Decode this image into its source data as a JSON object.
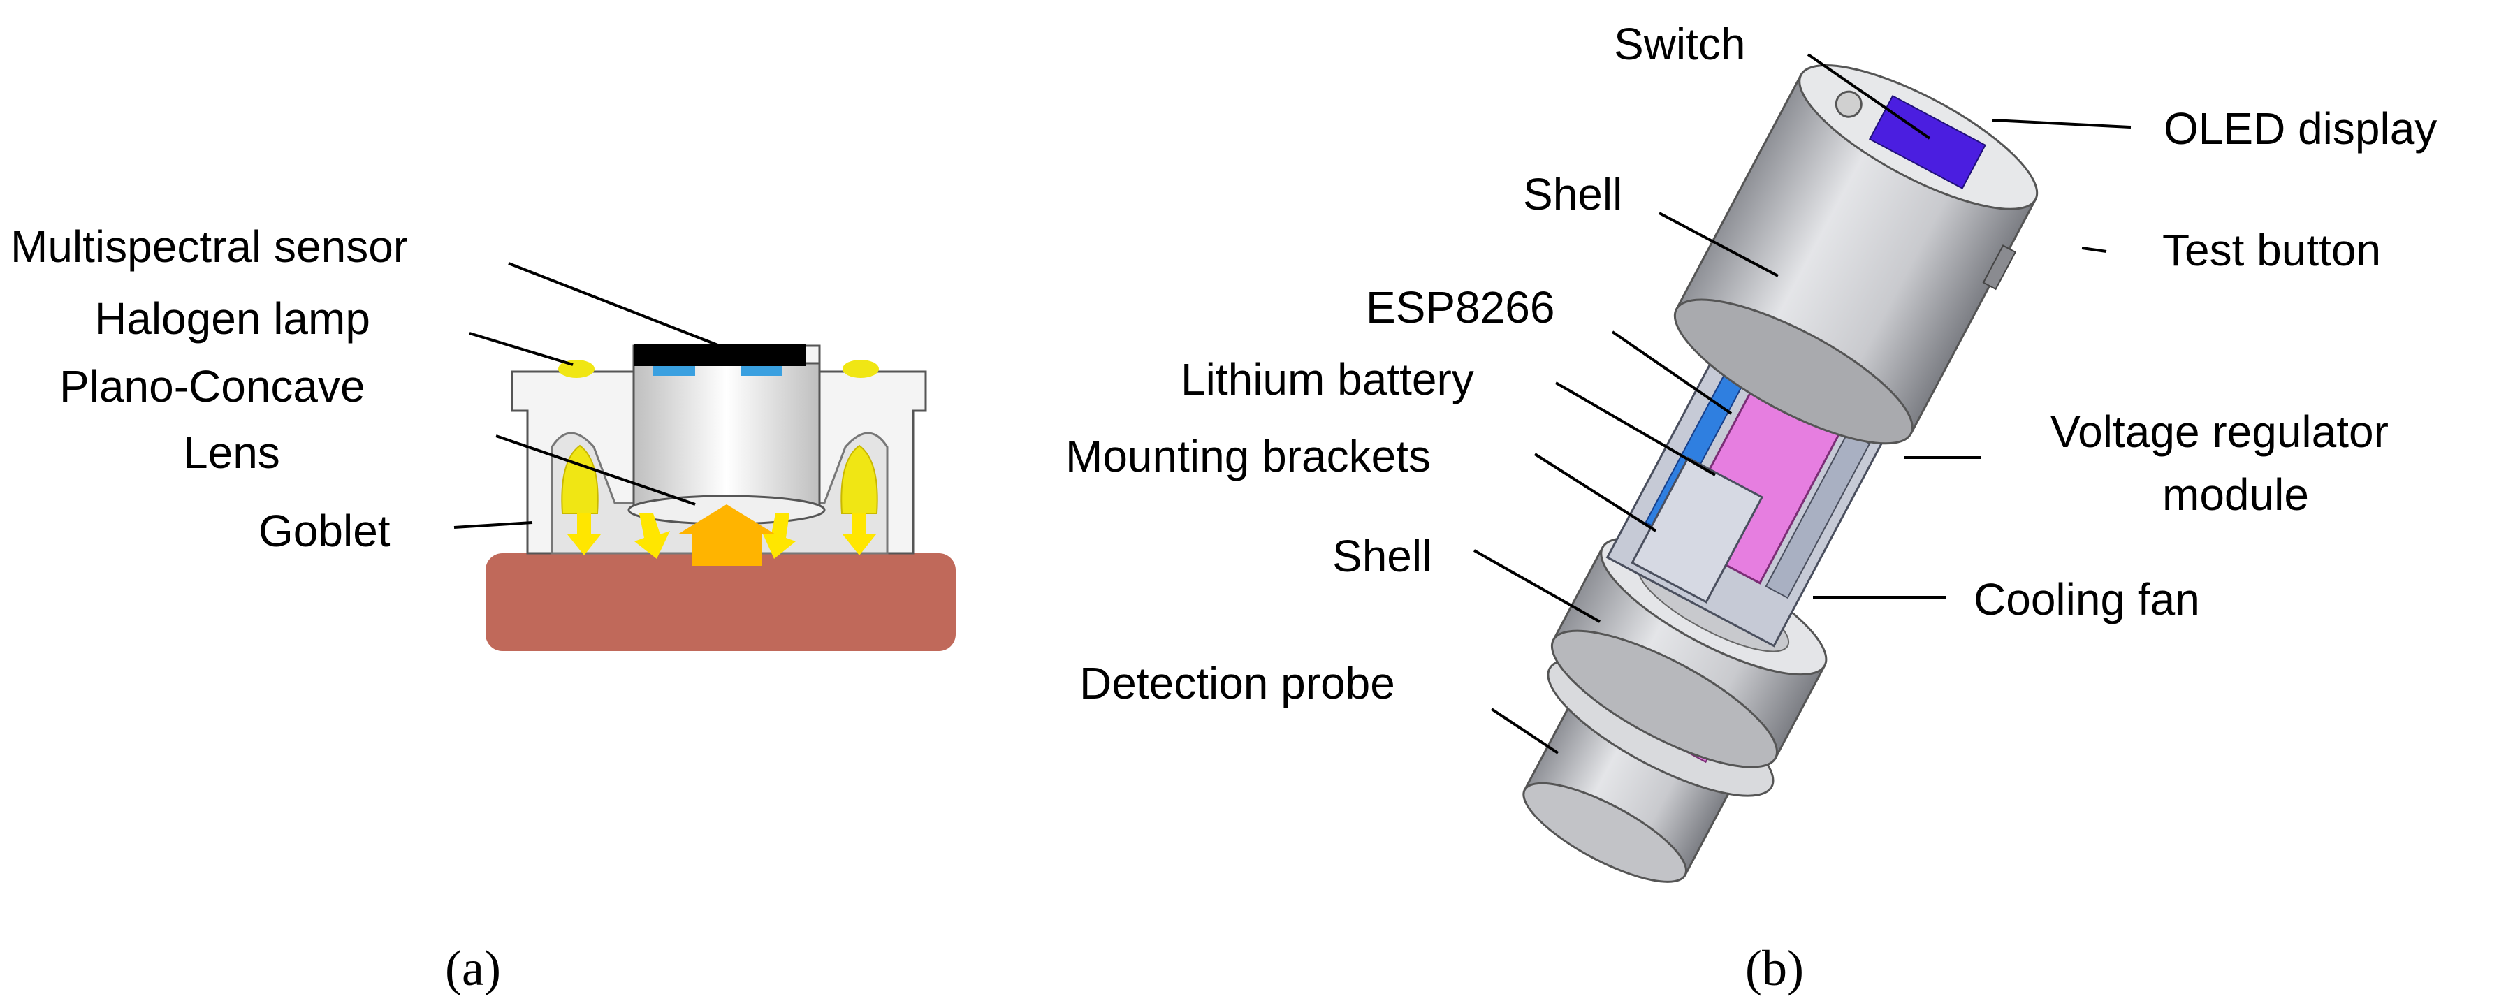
{
  "panel_a": {
    "caption": "(a)",
    "labels": {
      "multispectral_sensor": "Multispectral sensor",
      "halogen_lamp": "Halogen lamp",
      "plano_concave_line1": "Plano-Concave",
      "plano_concave_line2": "Lens",
      "goblet": "Goblet"
    }
  },
  "panel_b": {
    "caption": "(b)",
    "labels": {
      "switch": "Switch",
      "oled_display": "OLED display",
      "shell_top": "Shell",
      "test_button": "Test button",
      "esp8266": "ESP8266",
      "lithium_battery": "Lithium battery",
      "voltage_regulator_line1": "Voltage regulator",
      "voltage_regulator_line2": "module",
      "mounting_brackets": "Mounting brackets",
      "shell_bottom": "Shell",
      "cooling_fan": "Cooling fan",
      "detection_probe": "Detection probe"
    }
  },
  "colors": {
    "sample": "#c0695a",
    "lamp": "#f0e614",
    "light_arrow": "#ffe600",
    "main_arrow": "#ffb400",
    "sensor": "#000000",
    "sensor_window": "#3aa0e0",
    "housing": "#f2f2f2",
    "shell": "#cfd0d3",
    "oled": "#4b1ee0",
    "battery": "#e67ee0",
    "esp_board": "#2f7fe0",
    "bracket": "#a9b0c2"
  }
}
